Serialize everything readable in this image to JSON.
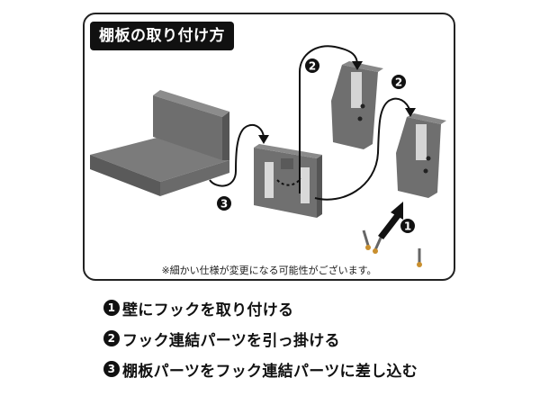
{
  "title": "棚板の取り付け方",
  "note": "※細かい仕様が変更になる可能性がございます。",
  "diagram_markers": [
    "1",
    "2",
    "2",
    "3"
  ],
  "steps": [
    {
      "num": "1",
      "text": "壁にフックを取り付ける"
    },
    {
      "num": "2",
      "text": "フック連結パーツを引っ掛ける"
    },
    {
      "num": "3",
      "text": "棚板パーツをフック連結パーツに差し込む"
    }
  ]
}
